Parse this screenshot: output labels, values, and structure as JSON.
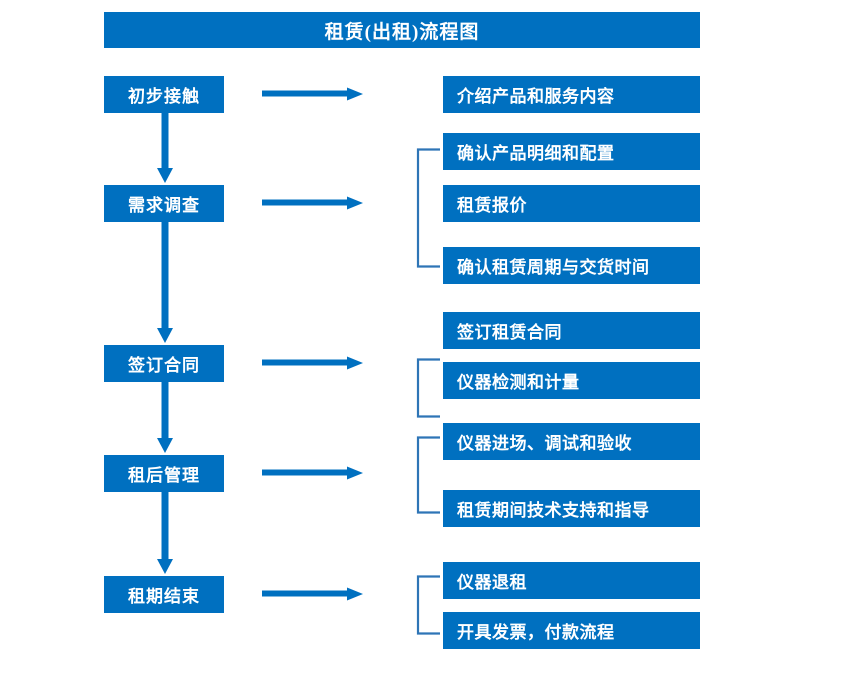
{
  "diagram": {
    "title": "租赁(出租)流程图",
    "colors": {
      "box_fill": "#0070C0",
      "box_text": "#FFFFFF",
      "arrow": "#0070C0",
      "bracket": "#2E75B6",
      "background": "#FFFFFF"
    },
    "stages": [
      {
        "id": "stage-1",
        "label": "初步接触"
      },
      {
        "id": "stage-2",
        "label": "需求调查"
      },
      {
        "id": "stage-3",
        "label": "签订合同"
      },
      {
        "id": "stage-4",
        "label": "租后管理"
      },
      {
        "id": "stage-5",
        "label": "租期结束"
      }
    ],
    "details": [
      {
        "id": "detail-1-1",
        "stage": "初步接触",
        "label": "介绍产品和服务内容"
      },
      {
        "id": "detail-2-1",
        "stage": "需求调查",
        "label": "确认产品明细和配置"
      },
      {
        "id": "detail-2-2",
        "stage": "需求调查",
        "label": "租赁报价"
      },
      {
        "id": "detail-2-3",
        "stage": "需求调查",
        "label": "确认租赁周期与交货时间"
      },
      {
        "id": "detail-3-1",
        "stage": "签订合同",
        "label": "签订租赁合同"
      },
      {
        "id": "detail-3-2",
        "stage": "签订合同",
        "label": "仪器检测和计量"
      },
      {
        "id": "detail-4-1",
        "stage": "租后管理",
        "label": "仪器进场、调试和验收"
      },
      {
        "id": "detail-4-2",
        "stage": "租后管理",
        "label": "租赁期间技术支持和指导"
      },
      {
        "id": "detail-5-1",
        "stage": "租期结束",
        "label": "仪器退租"
      },
      {
        "id": "detail-5-2",
        "stage": "租期结束",
        "label": "开具发票，付款流程"
      }
    ],
    "connectors": {
      "vertical_arrows": 4,
      "horizontal_arrows": 5,
      "group_brackets": 4
    }
  }
}
